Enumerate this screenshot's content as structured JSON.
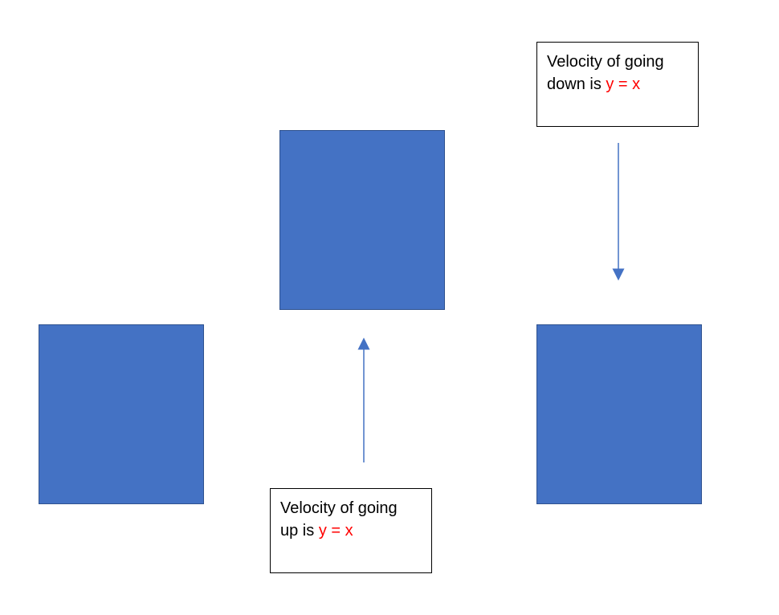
{
  "colors": {
    "block_fill": "#4472C4",
    "block_border": "#2F528F",
    "arrow": "#4472C4",
    "equation": "#FF0000",
    "text": "#000000"
  },
  "labels": {
    "down": {
      "line1": "Velocity of going",
      "line2_prefix": "down is",
      "equation": "y = x"
    },
    "up": {
      "line1": "Velocity of going",
      "line2_prefix": "up is",
      "equation": "y = x"
    }
  }
}
